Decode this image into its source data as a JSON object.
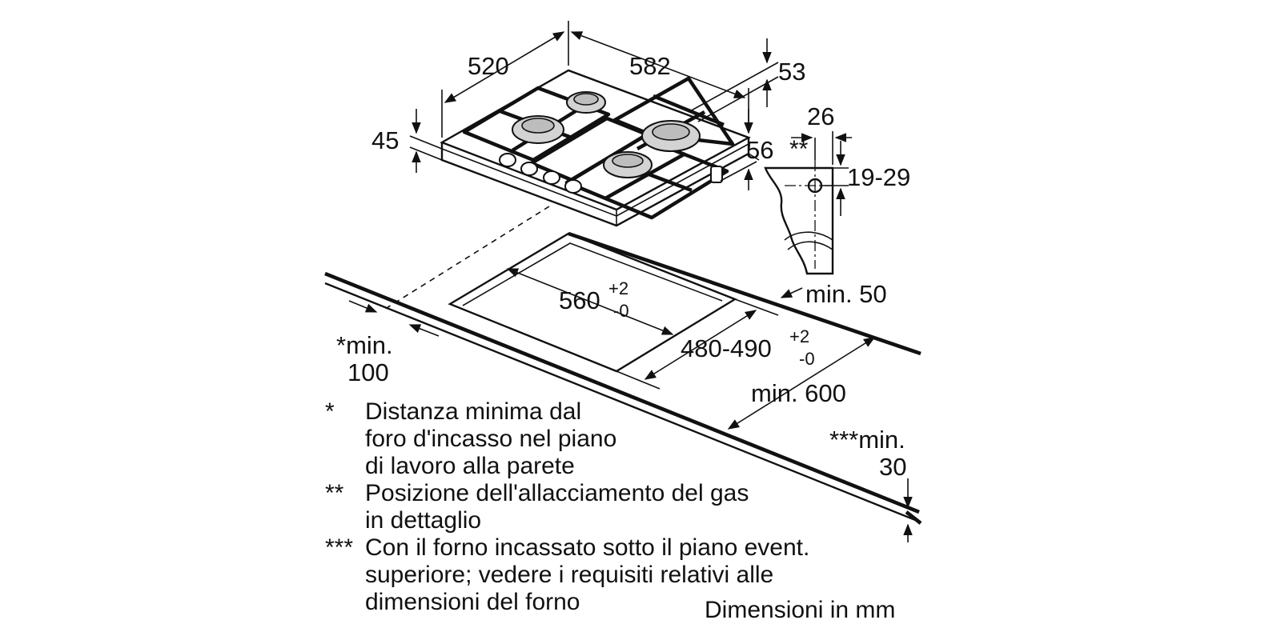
{
  "dimensions": {
    "depth": "520",
    "width": "582",
    "front_height": "53",
    "height_left": "45",
    "side_height": "56",
    "gas_offset": "26",
    "gas_height": "19-29",
    "gas_marker": "**",
    "cutout_width": "560",
    "cutout_width_tol_upper": "+2",
    "cutout_width_tol_lower": "-0",
    "cutout_depth": "480-490",
    "cutout_depth_tol_upper": "+2",
    "cutout_depth_tol_lower": "-0",
    "min_back": "min. 50",
    "min_wall_line1": "*min.",
    "min_wall_line2": "100",
    "min_front": "min. 600",
    "min_below_line1": "***min.",
    "min_below_line2": "30"
  },
  "notes": [
    {
      "marker": "*",
      "lines": [
        "Distanza minima dal",
        "foro d'incasso nel piano",
        "di lavoro alla parete"
      ]
    },
    {
      "marker": "**",
      "lines": [
        "Posizione dell'allacciamento del gas",
        "in dettaglio"
      ]
    },
    {
      "marker": "***",
      "lines": [
        "Con il forno incassato sotto il piano event.",
        "superiore; vedere i requisiti relativi alle",
        "dimensioni del forno"
      ]
    }
  ],
  "units_note": "Dimensioni in mm"
}
